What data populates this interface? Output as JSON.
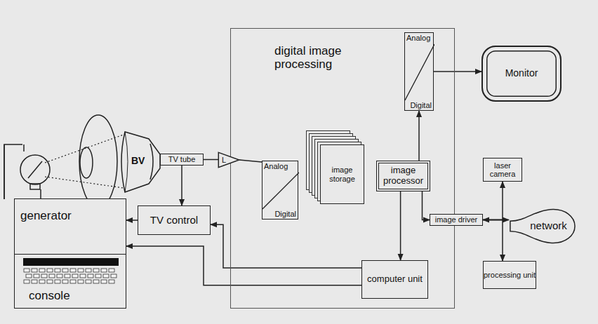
{
  "diagram": {
    "nodes": [
      {
        "text": [
          "digital image processing"
        ]
      },
      {
        "text": [
          "Analog",
          "Digital"
        ],
        "in": 0
      },
      {
        "text": [
          "Monitor"
        ]
      },
      {
        "text": [
          "TV tube"
        ]
      },
      {
        "text": [
          "L"
        ]
      },
      {
        "text": [
          "Analog",
          "Digital"
        ],
        "in": 0
      },
      {
        "text": [
          "image storage"
        ],
        "in": 0
      },
      {
        "text": [
          "image processor"
        ],
        "in": 0
      },
      {
        "text": [
          "laser camera"
        ]
      },
      {
        "text": [
          "TV control"
        ]
      },
      {
        "text": [
          "image driver"
        ]
      },
      {
        "text": [
          "network"
        ]
      },
      {
        "text": [
          "generator"
        ]
      },
      {
        "text": [
          "computer unit"
        ],
        "in": 0
      },
      {
        "text": [
          "console"
        ]
      },
      {
        "text": [
          "processing unit"
        ]
      }
    ],
    "edges": [
      {
        "from": 3,
        "to": 4,
        "arrow": "none"
      },
      {
        "from": 4,
        "to": 5,
        "arrow": "none"
      },
      {
        "from": 7,
        "to": 1,
        "arrow": "to"
      },
      {
        "from": 1,
        "to": 2,
        "arrow": "to"
      },
      {
        "from": 7,
        "to": 13,
        "arrow": "to"
      },
      {
        "from": 7,
        "to": 10,
        "arrow": "to"
      },
      {
        "from": 10,
        "to": 8,
        "arrow": "to"
      },
      {
        "from": 10,
        "to": 11,
        "arrow": "both"
      },
      {
        "from": 10,
        "to": 15,
        "arrow": "to"
      },
      {
        "from": 3,
        "to": 9,
        "arrow": "to"
      },
      {
        "from": 9,
        "to": 12,
        "arrow": "to"
      },
      {
        "from": 13,
        "to": 9,
        "arrow": "to"
      },
      {
        "from": 13,
        "to": 12,
        "arrow": "to"
      }
    ],
    "labels": [
      "BV"
    ]
  }
}
